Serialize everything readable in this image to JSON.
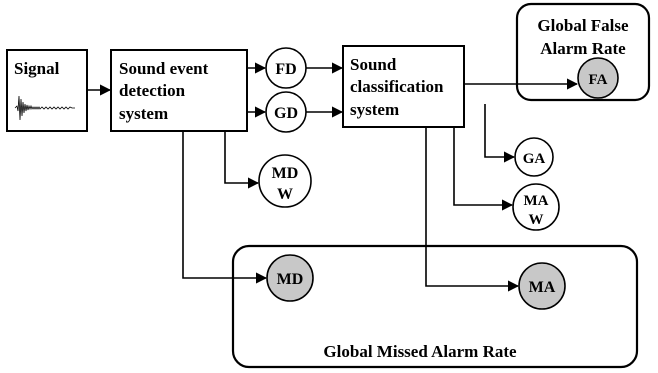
{
  "nodes": {
    "signal": "Signal",
    "detection": [
      "Sound event",
      "detection",
      "system"
    ],
    "classification": [
      "Sound",
      "classification",
      "system"
    ],
    "fd": "FD",
    "gd": "GD",
    "mdw": [
      "MD",
      "W"
    ],
    "ga": "GA",
    "maw": [
      "MA",
      "W"
    ],
    "fa": "FA",
    "md": "MD",
    "ma": "MA"
  },
  "groups": {
    "false_alarm": [
      "Global False",
      "Alarm Rate"
    ],
    "missed_alarm": "Global Missed Alarm Rate"
  },
  "colors": {
    "shaded_node": "#c8c8c8",
    "stroke": "#000000"
  }
}
